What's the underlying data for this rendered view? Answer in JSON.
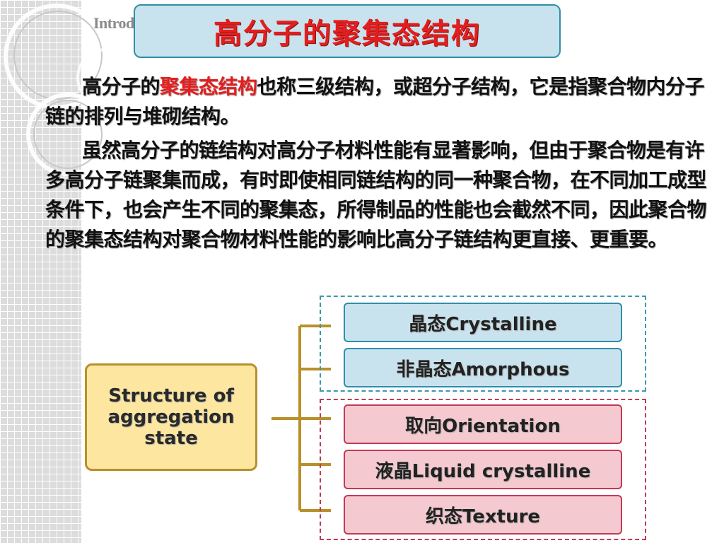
{
  "header": {
    "intro_fragment": "Introd",
    "title": "高分子的聚集态结构"
  },
  "paragraph1": {
    "before": "高分子的",
    "highlight": "聚集态结构",
    "after": "也称三级结构，或超分子结构，它是指聚合物内分子链的排列与堆砌结构。"
  },
  "paragraph2": {
    "text": "虽然高分子的链结构对高分子材料性能有显著影响，但由于聚合物是有许多高分子链聚集而成，有时即使相同链结构的同一种聚合物，在不同加工成型条件下，也会产生不同的聚集态，所得制品的性能也会截然不同，因此聚合物的聚集态结构对聚合物材料性能的影响比高分子链结构更直接、更重要。"
  },
  "diagram": {
    "root_label": "Structure of aggregation state",
    "branches": [
      {
        "label": "晶态Crystalline"
      },
      {
        "label": "非晶态Amorphous"
      },
      {
        "label": "取向Orientation"
      },
      {
        "label": "液晶Liquid crystalline"
      },
      {
        "label": "织态Texture"
      }
    ]
  },
  "colors": {
    "title_red": "#e41e1e",
    "box_blue": "#c8e3ee",
    "box_pink": "#f5c9d0",
    "root_yellow": "#fde7a0",
    "connector_gold": "#b8902a"
  }
}
